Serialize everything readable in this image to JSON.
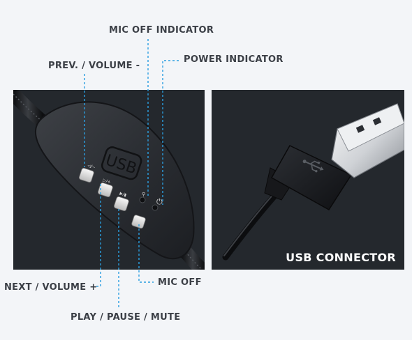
{
  "labels": {
    "mic_off_indicator": "MIC OFF INDICATOR",
    "power_indicator": "POWER INDICATOR",
    "prev_volume_down": "PREV. / VOLUME -",
    "next_volume_up": "NEXT / VOLUME +",
    "mic_off": "MIC OFF",
    "play_pause_mute": "PLAY / PAUSE / MUTE",
    "usb_connector": "USB CONNECTOR"
  },
  "control_box": {
    "logo_text": "USB"
  },
  "colors": {
    "leader_line": "#2b9fe0",
    "panel_background": "#24282d",
    "page_background": "#f3f5f8",
    "label_text": "#3b3f46"
  }
}
